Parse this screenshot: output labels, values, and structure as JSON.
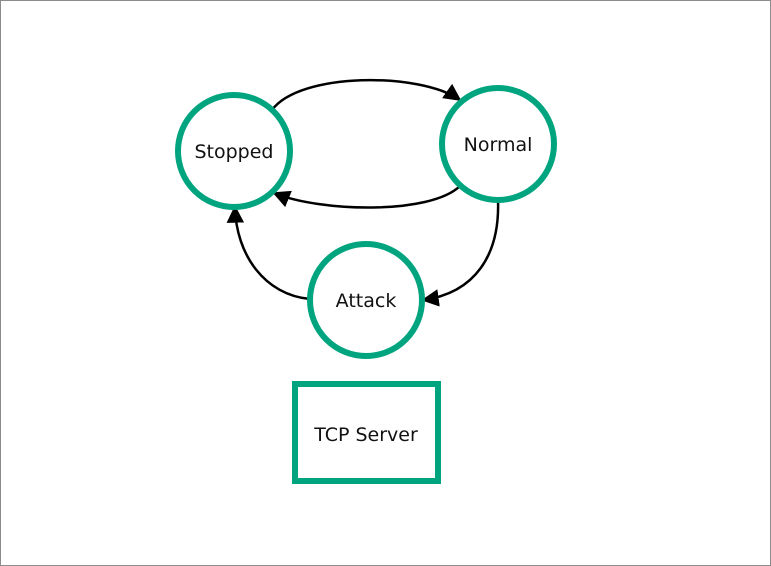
{
  "diagram": {
    "accent_color": "#00a57f",
    "arrow_color": "#000000",
    "nodes": {
      "stopped": {
        "label": "Stopped",
        "shape": "circle"
      },
      "normal": {
        "label": "Normal",
        "shape": "circle"
      },
      "attack": {
        "label": "Attack",
        "shape": "circle"
      },
      "tcp_server": {
        "label": "TCP Server",
        "shape": "rectangle"
      }
    },
    "edges": [
      {
        "from": "Stopped",
        "to": "Normal"
      },
      {
        "from": "Normal",
        "to": "Stopped"
      },
      {
        "from": "Normal",
        "to": "Attack"
      },
      {
        "from": "Attack",
        "to": "Stopped"
      }
    ]
  }
}
